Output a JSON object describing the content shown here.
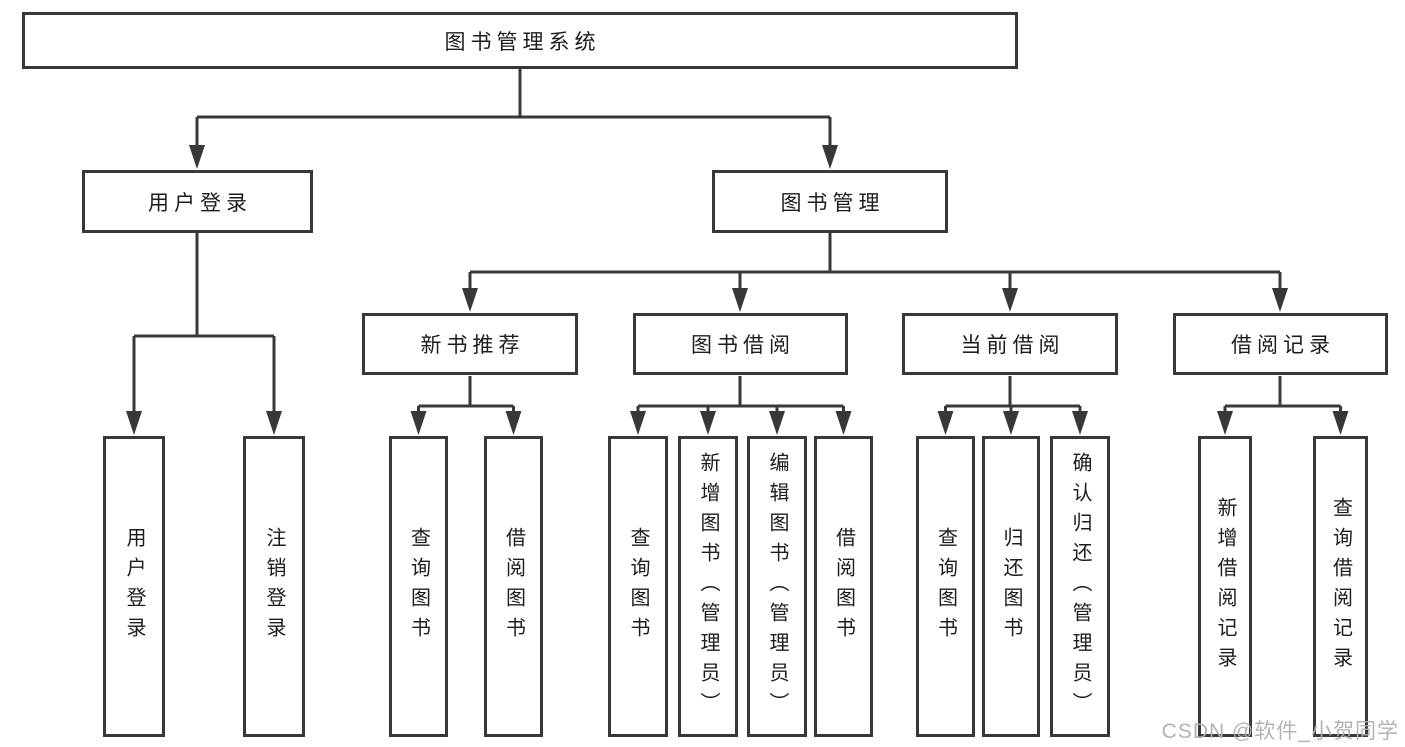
{
  "colors": {
    "line": "#38383a",
    "text": "#1d1d1f",
    "watermark": "#afafaf",
    "background": "#ffffff"
  },
  "watermark": "CSDN @软件_小贺同学",
  "tree": {
    "label": "图书管理系统",
    "children": [
      {
        "label": "用户登录",
        "children": [
          {
            "label": "用户登录"
          },
          {
            "label": "注销登录"
          }
        ]
      },
      {
        "label": "图书管理",
        "children": [
          {
            "label": "新书推荐",
            "children": [
              {
                "label": "查询图书"
              },
              {
                "label": "借阅图书"
              }
            ]
          },
          {
            "label": "图书借阅",
            "children": [
              {
                "label": "查询图书"
              },
              {
                "label": "新增图书（管理员）"
              },
              {
                "label": "编辑图书（管理员）"
              },
              {
                "label": "借阅图书"
              }
            ]
          },
          {
            "label": "当前借阅",
            "children": [
              {
                "label": "查询图书"
              },
              {
                "label": "归还图书"
              },
              {
                "label": "确认归还（管理员）"
              }
            ]
          },
          {
            "label": "借阅记录",
            "children": [
              {
                "label": "新增借阅记录"
              },
              {
                "label": "查询借阅记录"
              }
            ]
          }
        ]
      }
    ]
  }
}
